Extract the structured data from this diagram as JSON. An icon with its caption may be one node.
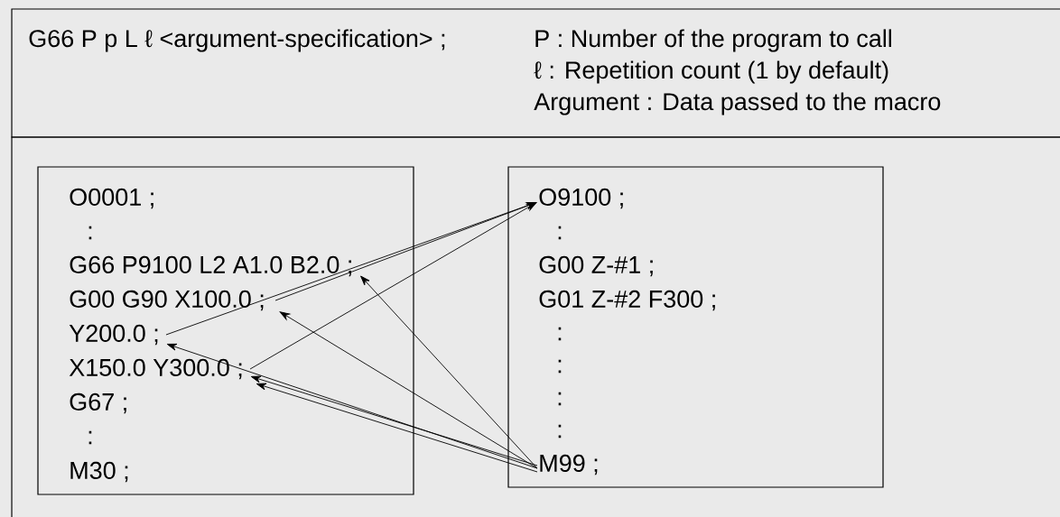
{
  "diagram": {
    "nodes": [
      {
        "text": [
          "G66  P p  L ℓ  <argument-specification> ;",
          "P  :   Number of the program to call",
          "ℓ  :   Repetition count (1 by default)",
          "Argument  :  Data passed to the macro"
        ]
      },
      {
        "text": [],
        "shape": "box"
      },
      {
        "text": [],
        "shape": "box",
        "in": 1
      },
      {
        "text": [
          "O0001 ;"
        ],
        "in": 2
      },
      {
        "text": [
          ":"
        ],
        "in": 2
      },
      {
        "text": [
          "G66 P9100 L2 A1.0 B2.0 ;"
        ],
        "in": 2
      },
      {
        "text": [
          "G00 G90 X100.0 ;"
        ],
        "in": 2
      },
      {
        "text": [
          "Y200.0 ;"
        ],
        "in": 2
      },
      {
        "text": [
          "X150.0 Y300.0 ;"
        ],
        "in": 2
      },
      {
        "text": [
          "G67 ;"
        ],
        "in": 2
      },
      {
        "text": [
          ":"
        ],
        "in": 2
      },
      {
        "text": [
          "M30 ;"
        ],
        "in": 2
      },
      {
        "text": [],
        "shape": "box",
        "in": 1
      },
      {
        "text": [
          "O9100 ;"
        ],
        "in": 12
      },
      {
        "text": [
          ":"
        ],
        "in": 12
      },
      {
        "text": [
          "G00 Z-#1 ;"
        ],
        "in": 12
      },
      {
        "text": [
          "G01 Z-#2 F300 ;"
        ],
        "in": 12
      },
      {
        "text": [
          ":"
        ],
        "in": 12
      },
      {
        "text": [
          ":"
        ],
        "in": 12
      },
      {
        "text": [
          ":"
        ],
        "in": 12
      },
      {
        "text": [
          ":"
        ],
        "in": 12
      },
      {
        "text": [
          "M99 ;"
        ],
        "in": 12
      }
    ],
    "edges": [
      {
        "from": 6,
        "to": 13,
        "arrow": "to"
      },
      {
        "from": 7,
        "to": 13,
        "arrow": "to"
      },
      {
        "from": 8,
        "to": 13,
        "arrow": "to"
      },
      {
        "from": 21,
        "to": 5,
        "arrow": "to"
      },
      {
        "from": 21,
        "to": 6,
        "arrow": "to"
      },
      {
        "from": 21,
        "to": 7,
        "arrow": "to"
      },
      {
        "from": 21,
        "to": 8,
        "arrow": "to"
      },
      {
        "from": 21,
        "to": 8,
        "arrow": "to"
      }
    ]
  }
}
